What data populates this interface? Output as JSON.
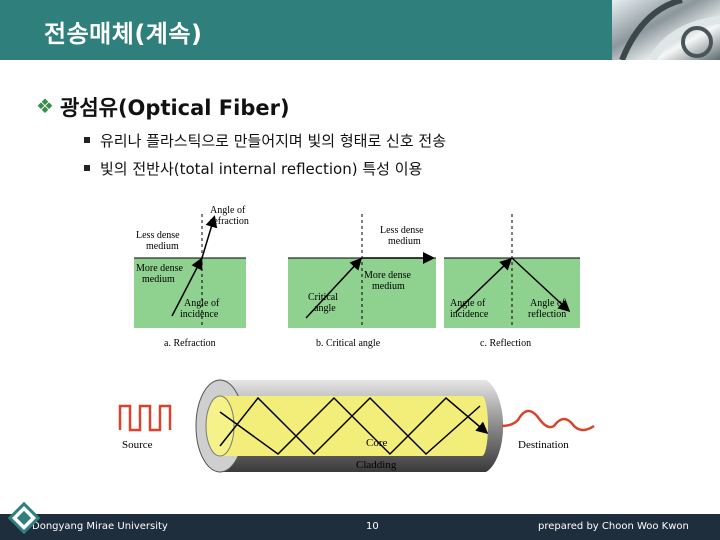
{
  "slide": {
    "title": "전송매체(계속)",
    "heading": "광섬유(Optical Fiber)",
    "bullets": [
      "유리나 플라스틱으로 만들어지며 빛의 형태로 신호 전송",
      "빛의 전반사(total internal reflection) 특성 이용"
    ]
  },
  "diagram": {
    "panel_a": {
      "angle_of_refraction": [
        "Angle of",
        "refraction"
      ],
      "less_dense": [
        "Less dense",
        "medium"
      ],
      "more_dense": [
        "More dense",
        "medium"
      ],
      "angle_of_incidence": [
        "Angle of",
        "incidence"
      ],
      "caption": "a. Refraction"
    },
    "panel_b": {
      "less_dense": [
        "Less dense",
        "medium"
      ],
      "more_dense": [
        "More dense",
        "medium"
      ],
      "critical": [
        "Critical",
        "angle"
      ],
      "caption": "b. Critical angle"
    },
    "panel_c": {
      "angle_of_incidence": [
        "Angle of",
        "incidence"
      ],
      "angle_of_reflection": [
        "Angle of",
        "reflection"
      ],
      "caption": "c. Reflection"
    },
    "fiber": {
      "source": "Source",
      "core": "Core",
      "cladding": "Cladding",
      "destination": "Destination"
    }
  },
  "footer": {
    "university": "Dongyang Mirae University",
    "page": "10",
    "prepared_by": "prepared by Choon Woo Kwon"
  },
  "colors": {
    "title_bar": "#2f7f7c",
    "footer_bar": "#1e2e3c",
    "dense_medium": "#8fd18f",
    "fiber_yellow": "#f3ee7a",
    "signal_red": "#d8432e"
  }
}
